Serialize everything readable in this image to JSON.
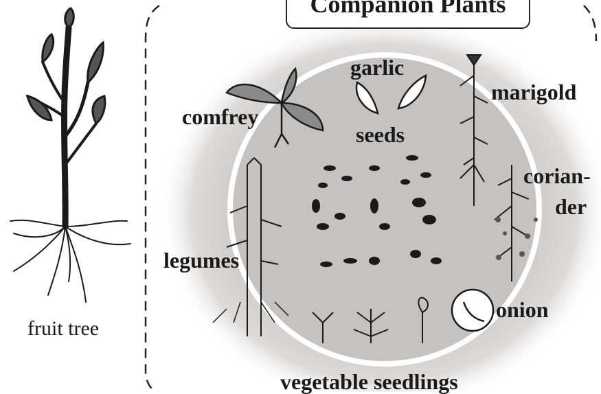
{
  "title": "Companion Plants",
  "labels": {
    "fruit_tree": "fruit tree",
    "garlic": "garlic",
    "marigold": "marigold",
    "comfrey": "comfrey",
    "seeds": "seeds",
    "coriander_line1": "corian-",
    "coriander_line2": "der",
    "legumes": "legumes",
    "onion": "onion",
    "vegetable_seedlings": "vegetable seedlings"
  },
  "colors": {
    "circle_fill": "#cbc7c4",
    "circle_glow": "#e6e3e0",
    "ink": "#1a1a1a"
  }
}
